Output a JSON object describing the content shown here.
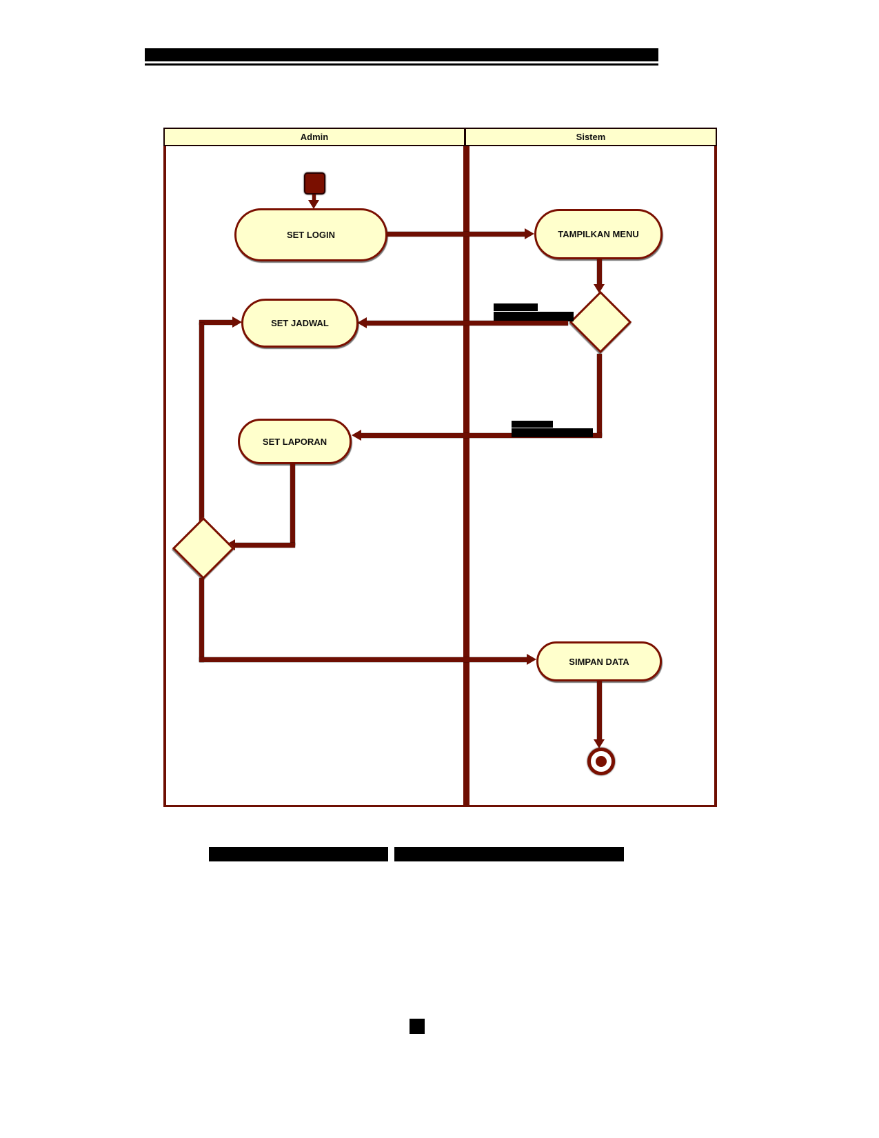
{
  "document": {
    "title_redacted": "",
    "caption_redacted": "",
    "page_number_redacted": ""
  },
  "diagram": {
    "lane_admin": "Admin",
    "lane_sistem": "Sistem",
    "node_set_login": "SET LOGIN",
    "node_tampilkan_menu": "TAMPILKAN MENU",
    "node_set_jadwal": "SET JADWAL",
    "node_set_laporan": "SET LAPORAN",
    "node_simpan_data": "SIMPAN DATA"
  },
  "colors": {
    "line": "#6e0e02",
    "node_border": "#7a0f00",
    "node_fill": "#ffffcc",
    "header_fill": "#ffffcc",
    "redaction": "#000000"
  }
}
